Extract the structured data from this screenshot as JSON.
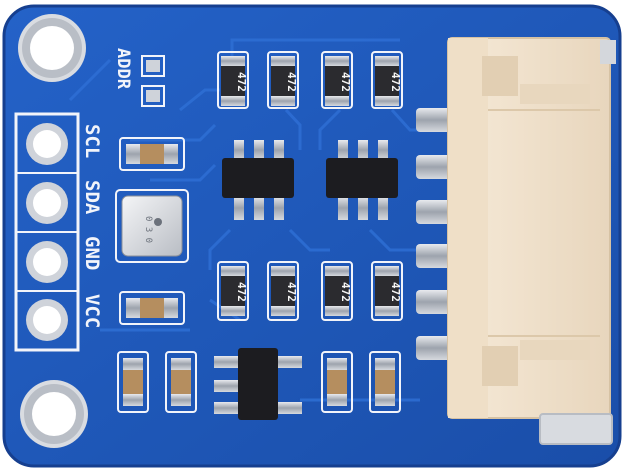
{
  "board": {
    "pcb_color": "#1f56b8",
    "pcb_dark": "#163f8f",
    "trace_color": "#2a68cf",
    "silkscreen_color": "#f2f4fa",
    "pad_color": "#c8ccd3"
  },
  "silkscreen": {
    "addr_label": "ADDR",
    "pin_labels": [
      "SCL",
      "SDA",
      "GND",
      "VCC"
    ]
  },
  "resistors": [
    {
      "code": "472"
    },
    {
      "code": "472"
    },
    {
      "code": "472"
    },
    {
      "code": "472"
    },
    {
      "code": "472"
    },
    {
      "code": "472"
    },
    {
      "code": "472"
    },
    {
      "code": "472"
    }
  ],
  "sensor": {
    "marking": "0 3 0"
  },
  "connector": {
    "color": "#f1e3cf",
    "pin_count": 6
  }
}
